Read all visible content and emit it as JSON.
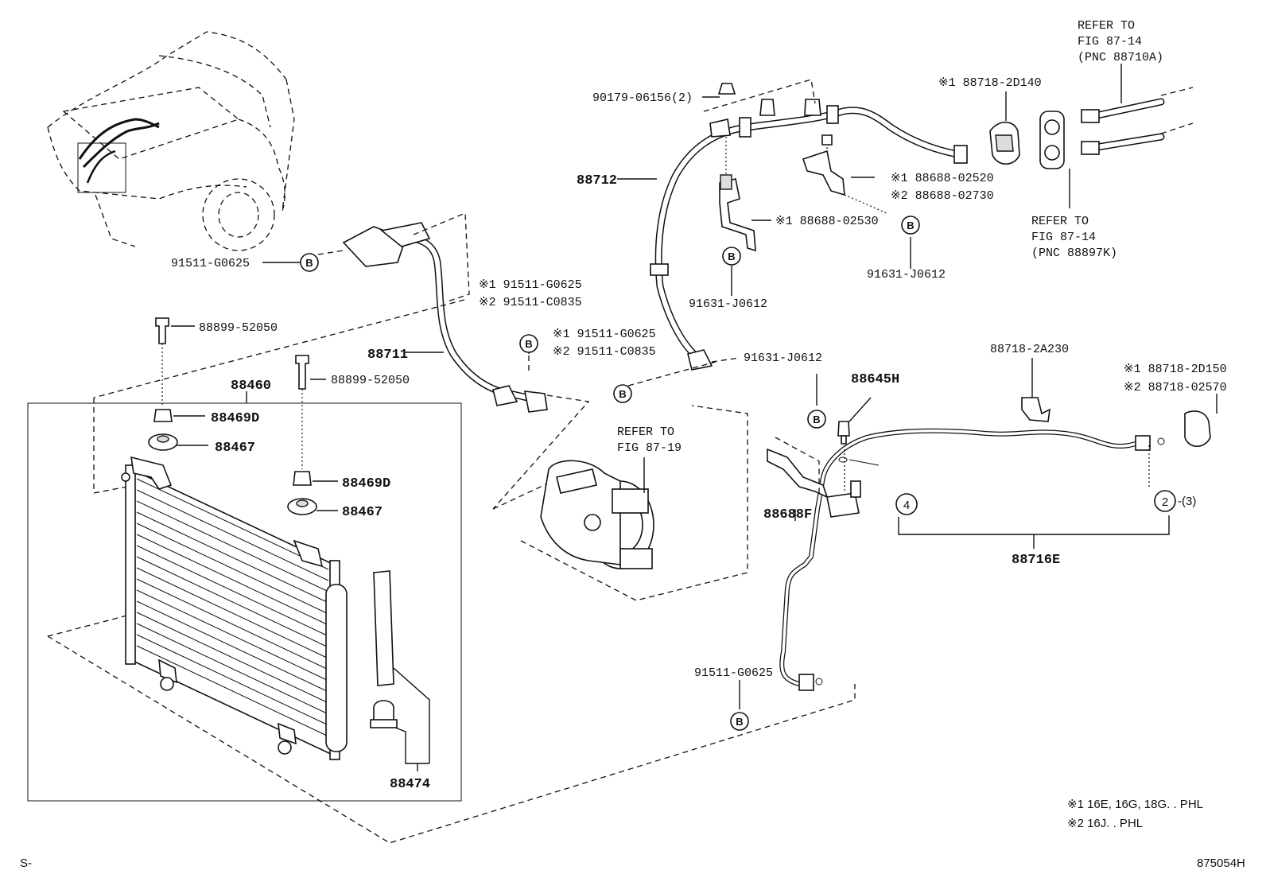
{
  "labels": {
    "l_90179": "90179-06156(2)",
    "l_88712": "88712",
    "l_2d140": "※1 88718-2D140",
    "l_refer1a": "REFER TO",
    "l_refer1b": "FIG 87-14",
    "l_refer1c": "(PNC 88710A)",
    "l_02520": "※1 88688-02520",
    "l_02730": "※2 88688-02730",
    "l_02530": "※1 88688-02530",
    "l_refer2a": "REFER TO",
    "l_refer2b": "FIG 87-14",
    "l_refer2c": "(PNC 88897K)",
    "l_j0612a": "91631-J0612",
    "l_j0612b": "91631-J0612",
    "l_g0625a": "91511-G0625",
    "l_g0625b": "※1 91511-G0625",
    "l_c0835b": "※2 91511-C0835",
    "l_52050a": "88899-52050",
    "l_88711": "88711",
    "l_g0625c": "※1 91511-G0625",
    "l_c0835c": "※2 91511-C0835",
    "l_88460": "88460",
    "l_52050b": "88899-52050",
    "l_88469d1": "88469D",
    "l_88467a": "88467",
    "l_88469d2": "88469D",
    "l_88467b": "88467",
    "l_refer3a": "REFER TO",
    "l_refer3b": "FIG 87-19",
    "l_j0612c": "91631-J0612",
    "l_88645h": "88645H",
    "l_2a230": "88718-2A230",
    "l_2d150": "※1 88718-2D150",
    "l_02570": "※2 88718-02570",
    "l_88688f": "88688F",
    "l_qty3": "-(3)",
    "l_88716e": "88716E",
    "l_g0625d": "91511-G0625",
    "l_88474": "88474",
    "l_note1": "※1 16E, 16G, 18G. . PHL",
    "l_note2": "※2 16J. . PHL",
    "l_s": "S-",
    "l_fig": "875054H"
  },
  "callouts": {
    "b": "B",
    "four": "4",
    "two": "2"
  }
}
